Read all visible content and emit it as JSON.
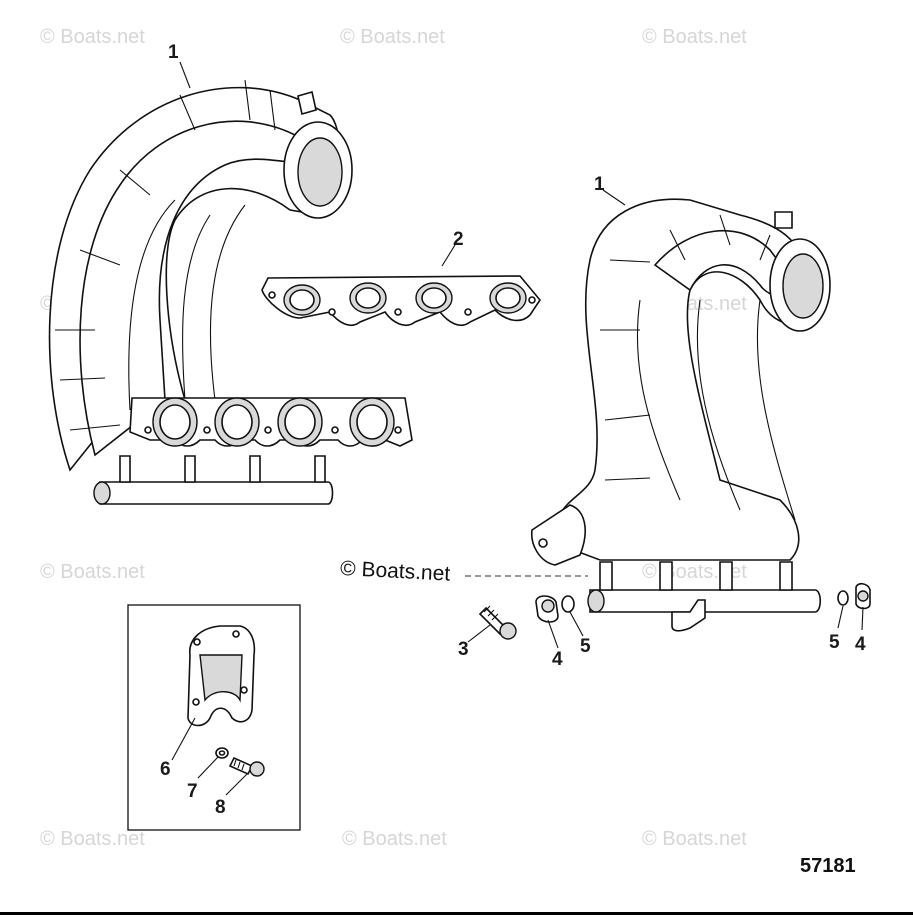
{
  "watermark": {
    "text": "© Boats.net",
    "main_text": "© Boats.net"
  },
  "callouts": {
    "c1_left": "1",
    "c1_right": "1",
    "c2": "2",
    "c3": "3",
    "c4_left": "4",
    "c4_right": "4",
    "c5_left": "5",
    "c5_right": "5",
    "c6": "6",
    "c7": "7",
    "c8": "8"
  },
  "figure_number": "57181"
}
